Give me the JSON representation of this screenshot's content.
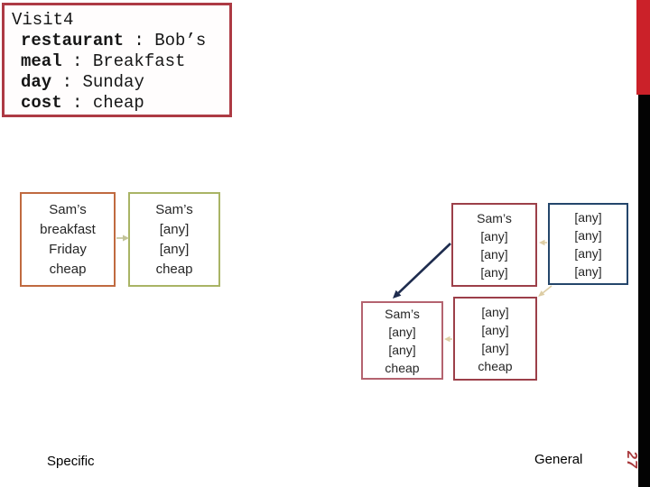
{
  "slide": {
    "visit_card": {
      "title": "Visit4",
      "sep": " : ",
      "rows": [
        {
          "key": "restaurant",
          "value": "Bob’s"
        },
        {
          "key": "meal",
          "value": "Breakfast"
        },
        {
          "key": "day",
          "value": "Sunday"
        },
        {
          "key": "cost",
          "value": "cheap"
        }
      ]
    },
    "boxes": {
      "specific_example": {
        "lines": [
          "Sam’s",
          "breakfast",
          "Friday",
          "cheap"
        ]
      },
      "specific_general": {
        "lines": [
          "Sam’s",
          "[any]",
          "[any]",
          "cheap"
        ]
      },
      "sams_general": {
        "lines": [
          "Sam’s",
          "[any]",
          "[any]",
          "[any]"
        ]
      },
      "top_general": {
        "lines": [
          "[any]",
          "[any]",
          "[any]",
          "[any]"
        ]
      },
      "sams_cheap": {
        "lines": [
          "Sam’s",
          "[any]",
          "[any]",
          "cheap"
        ]
      },
      "any_cheap": {
        "lines": [
          "[any]",
          "[any]",
          "[any]",
          "cheap"
        ]
      }
    },
    "edges": [
      {
        "from": "specific_example",
        "to": "specific_general",
        "color": "#c2c398"
      },
      {
        "from": "top_general",
        "to": "sams_general",
        "color": "#ddcda4"
      },
      {
        "from": "any_cheap",
        "to": "sams_cheap",
        "color": "#ddcda4"
      },
      {
        "from": "sams_general",
        "to": "sams_cheap",
        "color": "#1e2c4e"
      },
      {
        "from": "top_general",
        "to": "any_cheap",
        "color": "#ddcda4"
      }
    ],
    "labels": {
      "specific": "Specific",
      "general": "General"
    },
    "page_number": "27",
    "colors": {
      "visit_border": "#ad3a44",
      "specific_example_border": "#c06a40",
      "specific_general_border": "#a9b465",
      "maroon_border": "#9c3f49",
      "navy_border": "#24466b",
      "pink_border": "#b4636f",
      "navy_arrow": "#1e2c4e",
      "tan_arrow": "#ddcda4",
      "olive_arrow": "#c2c398",
      "red_bar": "#cb2129",
      "black_bar": "#030303",
      "page_number": "#a93a3d"
    }
  }
}
